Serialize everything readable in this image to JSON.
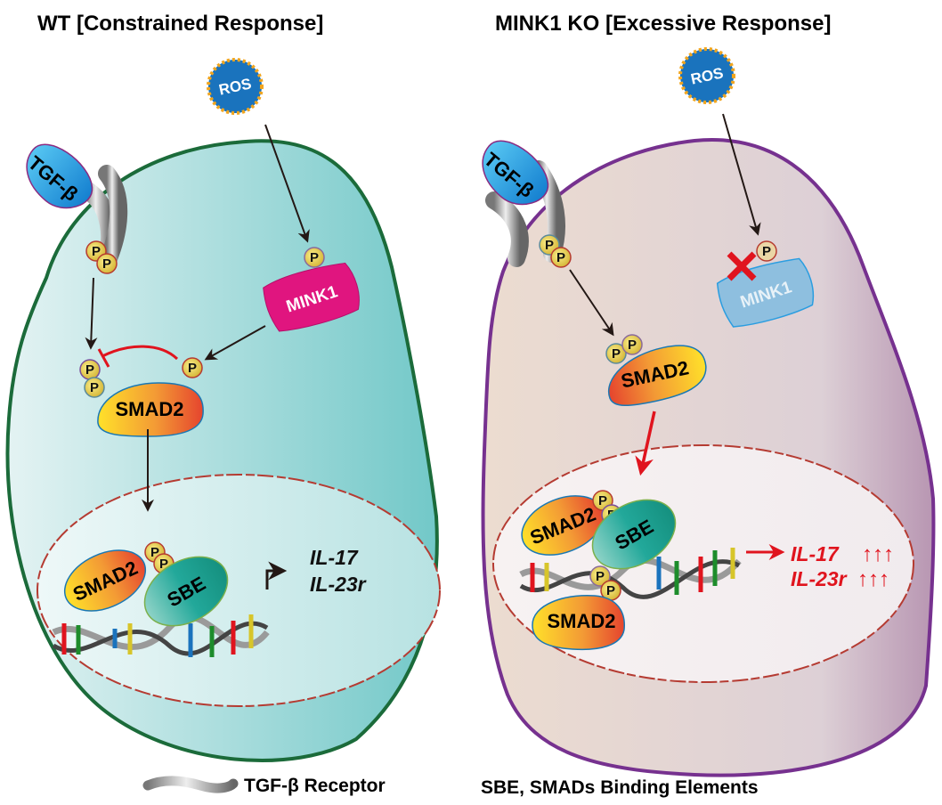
{
  "panels": {
    "wt": {
      "title": "WT [Constrained Response]",
      "ros": "ROS",
      "ligand": "TGF-β",
      "kinase": "MINK1",
      "smad": "SMAD2",
      "sbe": "SBE",
      "phospho": "P",
      "genes": [
        "IL-17",
        "IL-23r"
      ],
      "cell_border_color": "#1b6b3a",
      "cell_fill_color": "#a8dcdb"
    },
    "ko": {
      "title": "MINK1 KO [Excessive Response]",
      "ros": "ROS",
      "ligand": "TGF-β",
      "kinase": "MINK1",
      "smad": "SMAD2",
      "sbe": "SBE",
      "phospho": "P",
      "genes": [
        "IL-17",
        "IL-23r"
      ],
      "gene_arrows": "↑↑↑",
      "cell_border_color": "#76318f",
      "cell_fill_color": "#e3d3d0",
      "highlight_color": "#e0141e"
    }
  },
  "legend": {
    "receptor": "TGF-β Receptor",
    "sbe": "SBE, SMADs Binding Elements"
  }
}
